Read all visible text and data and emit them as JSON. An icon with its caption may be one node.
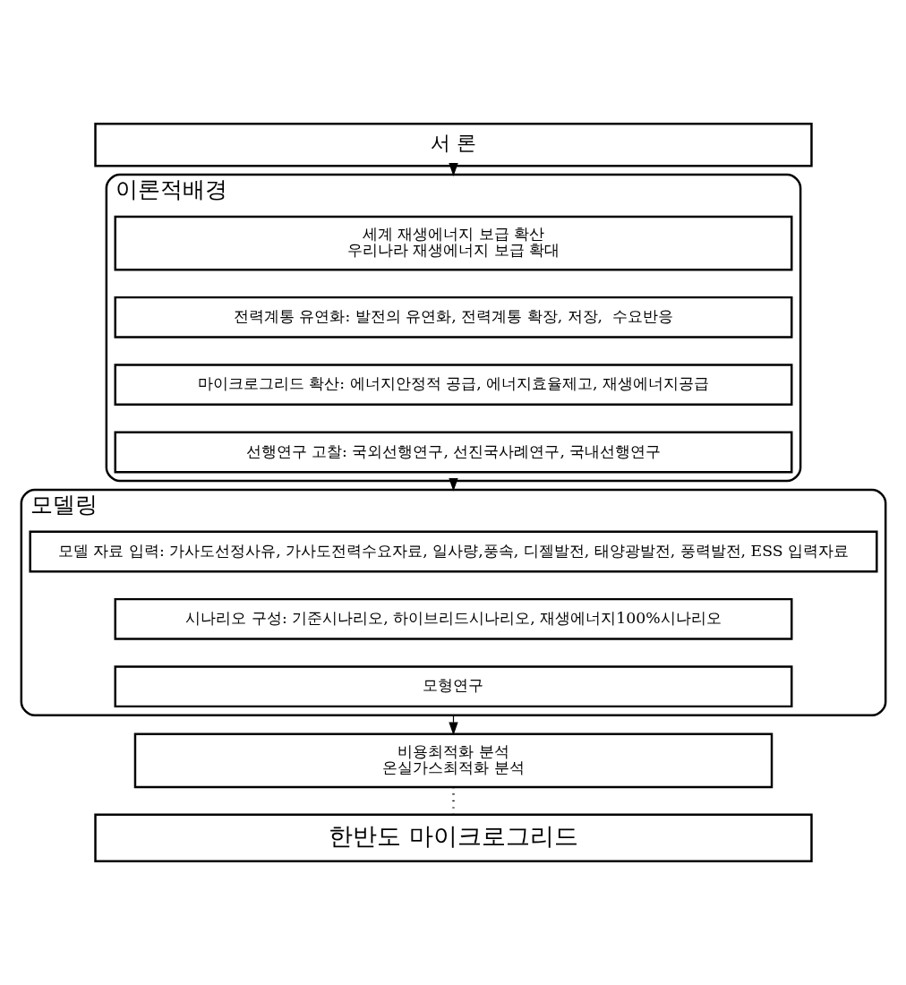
{
  "diagram": {
    "nodes": [
      {
        "text": [
          "서 론"
        ]
      },
      {
        "text": [
          "이론적배경"
        ]
      },
      {
        "text": [
          "세계 재생에너지 보급 확산",
          "우리나라 재생에너지 보급 확대"
        ],
        "in": 1
      },
      {
        "text": [
          "전력계통 유연화: 발전의 유연화, 전력계통 확장, 저장,  수요반응"
        ],
        "in": 1
      },
      {
        "text": [
          "마이크로그리드 확산: 에너지안정적 공급, 에너지효율제고, 재생에너지공급"
        ],
        "in": 1
      },
      {
        "text": [
          "선행연구 고찰: 국외선행연구, 선진국사례연구, 국내선행연구"
        ],
        "in": 1
      },
      {
        "text": [
          "모델링"
        ]
      },
      {
        "text": [
          "모델 자료 입력: 가사도선정사유, 가사도전력수요자료, 일사량,풍속, 디젤발전, 태양광발전, 풍력발전, ESS 입력자료"
        ],
        "in": 6
      },
      {
        "text": [
          "시나리오 구성: 기준시나리오, 하이브리드시나리오, 재생에너지100%시나리오"
        ],
        "in": 6
      },
      {
        "text": [
          "모형연구"
        ],
        "in": 6
      },
      {
        "text": [
          "비용최적화 분석",
          "온실가스최적화 분석"
        ]
      },
      {
        "text": [
          "한반도 마이크로그리드"
        ]
      }
    ],
    "edges": [
      {
        "from": 0,
        "to": 1,
        "arrow": "to"
      },
      {
        "from": 1,
        "to": 6,
        "arrow": "to"
      },
      {
        "from": 6,
        "to": 10,
        "arrow": "to"
      },
      {
        "from": 10,
        "to": 11,
        "arrow": "none",
        "style": "dashed"
      }
    ]
  }
}
